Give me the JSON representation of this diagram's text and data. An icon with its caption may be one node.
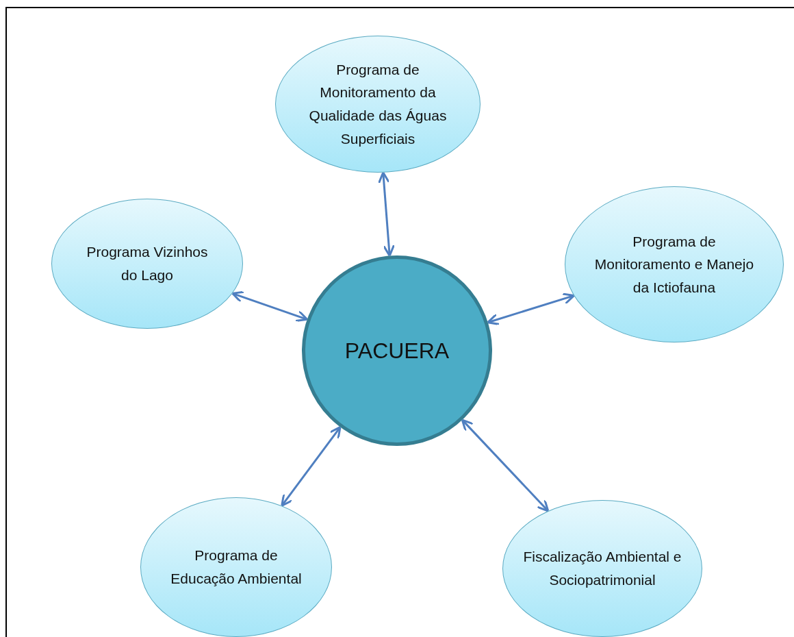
{
  "diagram": {
    "nodes": [
      {
        "text": [
          "Programa de Monitoramento da Qualidade das Águas Superficiais"
        ]
      },
      {
        "text": [
          "Programa Vizinhos do Lago"
        ]
      },
      {
        "text": [
          "PACUERA"
        ]
      },
      {
        "text": [
          "Programa de Monitoramento e Manejo da Ictiofauna"
        ]
      },
      {
        "text": [
          "Programa de Educação Ambiental"
        ]
      },
      {
        "text": [
          "Fiscalização Ambiental e Sociopatrimonial"
        ]
      }
    ],
    "edges": [
      {
        "from": 2,
        "to": 0,
        "arrow": "both"
      },
      {
        "from": 2,
        "to": 1,
        "arrow": "both"
      },
      {
        "from": 2,
        "to": 3,
        "arrow": "both"
      },
      {
        "from": 2,
        "to": 4,
        "arrow": "both"
      },
      {
        "from": 2,
        "to": 5,
        "arrow": "both"
      }
    ]
  }
}
